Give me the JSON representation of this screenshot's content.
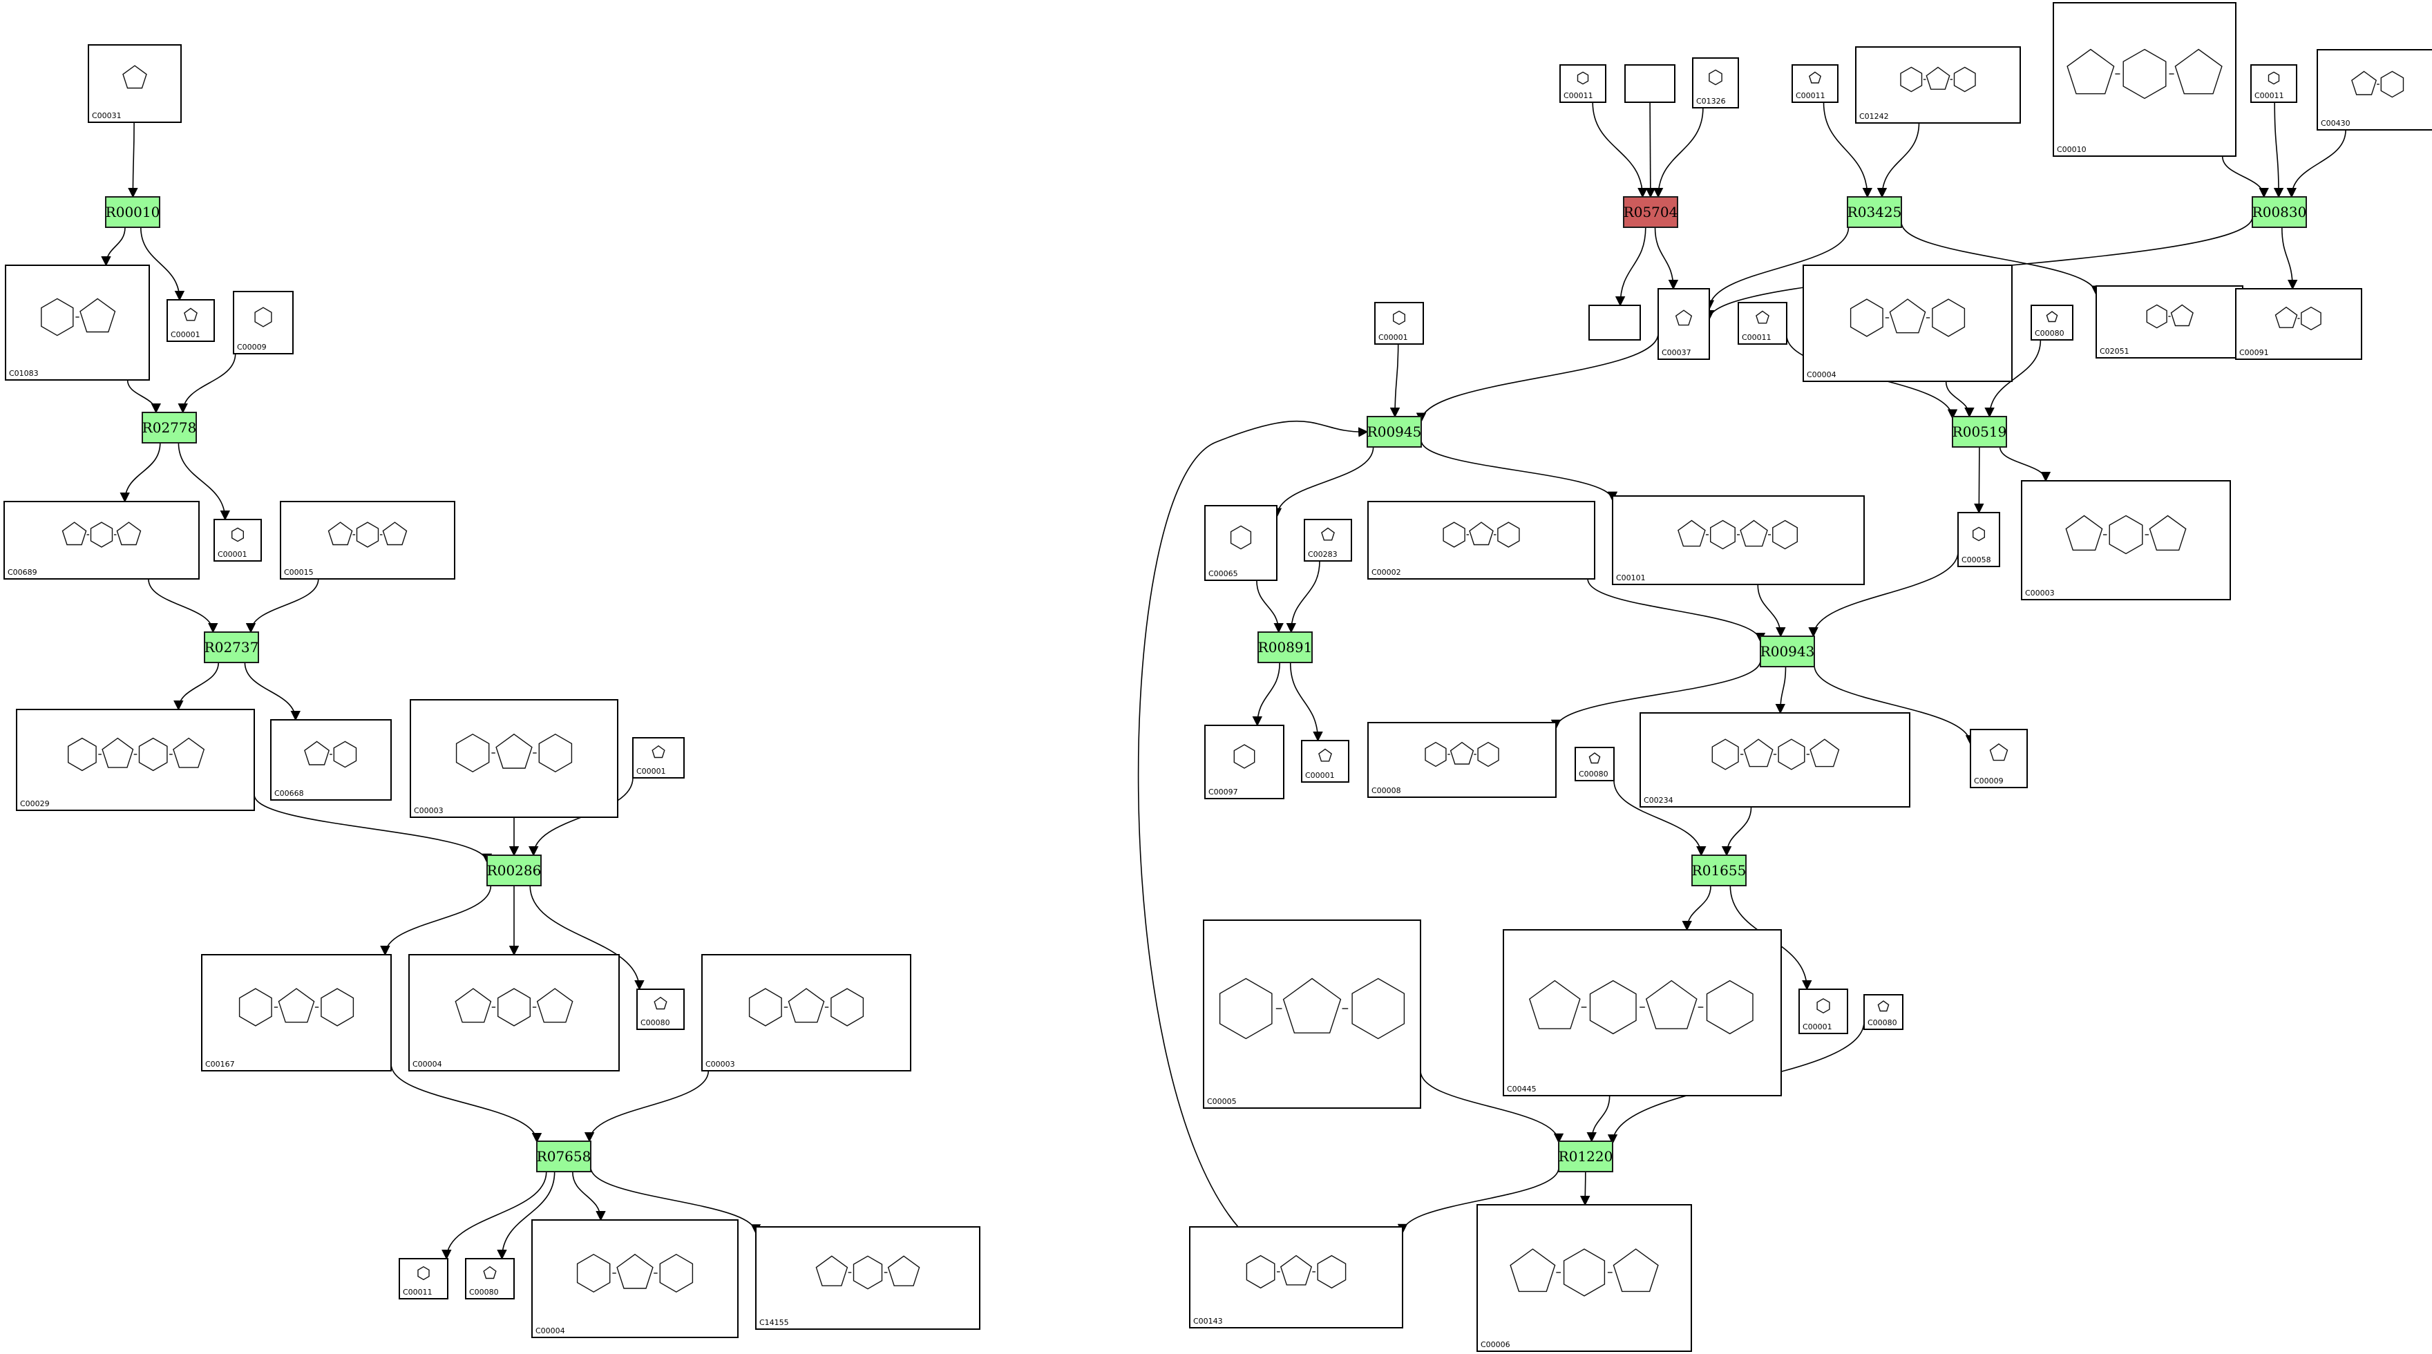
{
  "colors": {
    "reaction_default": "#98fb98",
    "reaction_highlight": "#cd5c5c",
    "compound_fill": "#ffffff",
    "stroke": "#000000"
  },
  "reactions": [
    {
      "id": "R00010"
    },
    {
      "id": "R02778"
    },
    {
      "id": "R02737"
    },
    {
      "id": "R00286"
    },
    {
      "id": "R07658"
    },
    {
      "id": "R05704",
      "highlight": true
    },
    {
      "id": "R03425"
    },
    {
      "id": "R00830"
    },
    {
      "id": "R00945"
    },
    {
      "id": "R00519"
    },
    {
      "id": "R00891"
    },
    {
      "id": "R00943"
    },
    {
      "id": "R01655"
    },
    {
      "id": "R01220"
    }
  ],
  "compounds": [
    {
      "key": "c00031",
      "label": "C00031"
    },
    {
      "key": "c01083",
      "label": "C01083"
    },
    {
      "key": "c00001_a",
      "label": "C00001"
    },
    {
      "key": "c00009_a",
      "label": "C00009"
    },
    {
      "key": "c00689",
      "label": "C00689"
    },
    {
      "key": "c00001_b",
      "label": "C00001"
    },
    {
      "key": "c00015",
      "label": "C00015"
    },
    {
      "key": "c00029",
      "label": "C00029"
    },
    {
      "key": "c00668",
      "label": "C00668"
    },
    {
      "key": "c00003_a",
      "label": "C00003"
    },
    {
      "key": "c00001_c",
      "label": "C00001"
    },
    {
      "key": "c00167",
      "label": "C00167"
    },
    {
      "key": "c00004_a",
      "label": "C00004"
    },
    {
      "key": "c00003_b",
      "label": "C00003"
    },
    {
      "key": "c00080_a",
      "label": "C00080"
    },
    {
      "key": "c00011_a",
      "label": "C00011"
    },
    {
      "key": "c00080_b",
      "label": "C00080"
    },
    {
      "key": "c00004_b",
      "label": "C00004"
    },
    {
      "key": "c14155",
      "label": "C14155"
    },
    {
      "key": "c00011_b",
      "label": "C00011"
    },
    {
      "key": "blank_a",
      "label": ""
    },
    {
      "key": "c01326",
      "label": "C01326"
    },
    {
      "key": "c00011_c",
      "label": "C00011"
    },
    {
      "key": "c01242",
      "label": "C01242"
    },
    {
      "key": "c00010",
      "label": "C00010"
    },
    {
      "key": "c00011_d",
      "label": "C00011"
    },
    {
      "key": "c00430",
      "label": "C00430"
    },
    {
      "key": "blank_b",
      "label": ""
    },
    {
      "key": "c00037",
      "label": "C00037"
    },
    {
      "key": "c00001_d",
      "label": "C00001"
    },
    {
      "key": "c00011_e",
      "label": "C00011"
    },
    {
      "key": "c00004_c",
      "label": "C00004"
    },
    {
      "key": "c00080_c",
      "label": "C00080"
    },
    {
      "key": "c02051",
      "label": "C02051"
    },
    {
      "key": "c00091",
      "label": "C00091"
    },
    {
      "key": "c00065",
      "label": "C00065"
    },
    {
      "key": "c00283",
      "label": "C00283"
    },
    {
      "key": "c00002",
      "label": "C00002"
    },
    {
      "key": "c00101",
      "label": "C00101"
    },
    {
      "key": "c00058",
      "label": "C00058"
    },
    {
      "key": "c00003_c",
      "label": "C00003"
    },
    {
      "key": "c00097",
      "label": "C00097"
    },
    {
      "key": "c00001_e",
      "label": "C00001"
    },
    {
      "key": "c00008",
      "label": "C00008"
    },
    {
      "key": "c00080_d",
      "label": "C00080"
    },
    {
      "key": "c00234",
      "label": "C00234"
    },
    {
      "key": "c00009_b",
      "label": "C00009"
    },
    {
      "key": "c00005",
      "label": "C00005"
    },
    {
      "key": "c00445",
      "label": "C00445"
    },
    {
      "key": "c00001_f",
      "label": "C00001"
    },
    {
      "key": "c00080_e",
      "label": "C00080"
    },
    {
      "key": "c00143",
      "label": "C00143"
    },
    {
      "key": "c00006",
      "label": "C00006"
    }
  ]
}
